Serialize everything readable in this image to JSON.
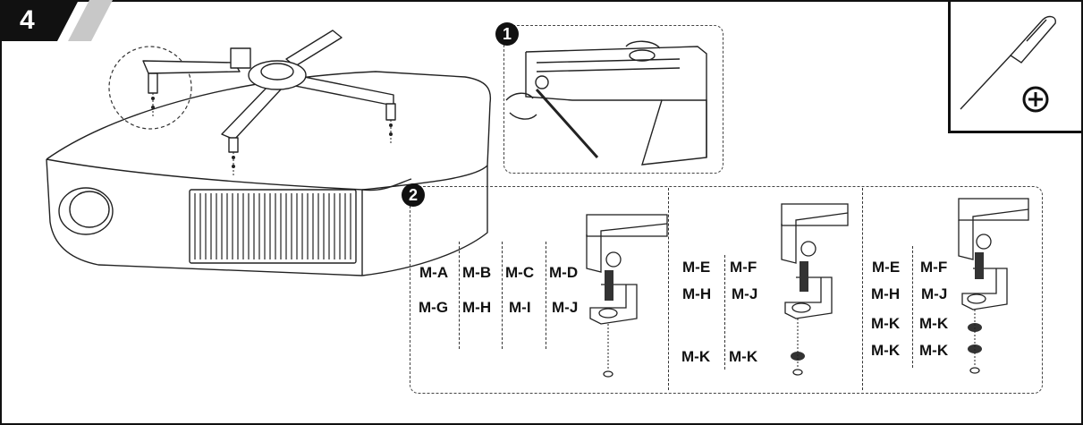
{
  "step": {
    "number": "4"
  },
  "tool": {
    "icon": "screwdriver-icon",
    "plus_icon": "plus-circle-icon"
  },
  "detail_1": {
    "marker": "1"
  },
  "detail_2": {
    "marker": "2",
    "columns_a": [
      {
        "top": "M-A",
        "bottom": "M-G"
      },
      {
        "top": "M-B",
        "bottom": "M-H"
      },
      {
        "top": "M-C",
        "bottom": "M-I"
      },
      {
        "top": "M-D",
        "bottom": "M-J"
      }
    ],
    "group_b": {
      "row1": [
        "M-E",
        "M-F"
      ],
      "row2": [
        "M-H",
        "M-J"
      ],
      "row3": [
        "M-K",
        "M-K"
      ]
    },
    "group_c": {
      "row1": [
        "M-E",
        "M-F"
      ],
      "row2": [
        "M-H",
        "M-J"
      ],
      "row3": [
        "M-K",
        "M-K"
      ],
      "row4": [
        "M-K",
        "M-K"
      ]
    }
  }
}
